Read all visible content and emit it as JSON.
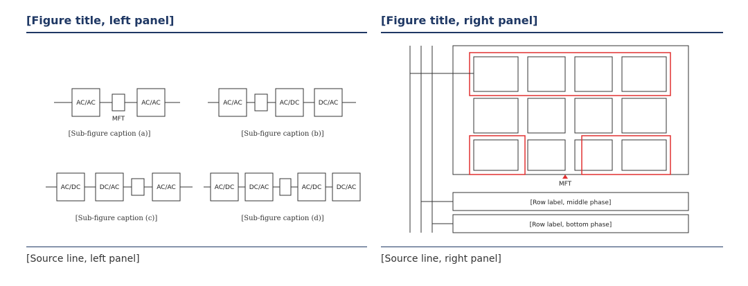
{
  "left_figure": {
    "title": "[Figure title, left panel]",
    "blocks": {
      "ac_ac": "AC/AC",
      "ac_dc": "AC/DC",
      "dc_ac": "DC/AC",
      "mft": "MFT"
    },
    "captions": [
      "[Sub-figure caption (a)]",
      "[Sub-figure caption (b)]",
      "[Sub-figure caption (c)]",
      "[Sub-figure caption (d)]"
    ],
    "source": "[Source line, left panel]"
  },
  "right_figure": {
    "title": "[Figure title, right panel]",
    "labels": {
      "mft": "MFT",
      "phase_b": "[Row label, middle phase]",
      "phase_c": "[Row label, bottom phase]"
    },
    "highlight_color": "#e03030",
    "source": "[Source line, right panel]"
  }
}
